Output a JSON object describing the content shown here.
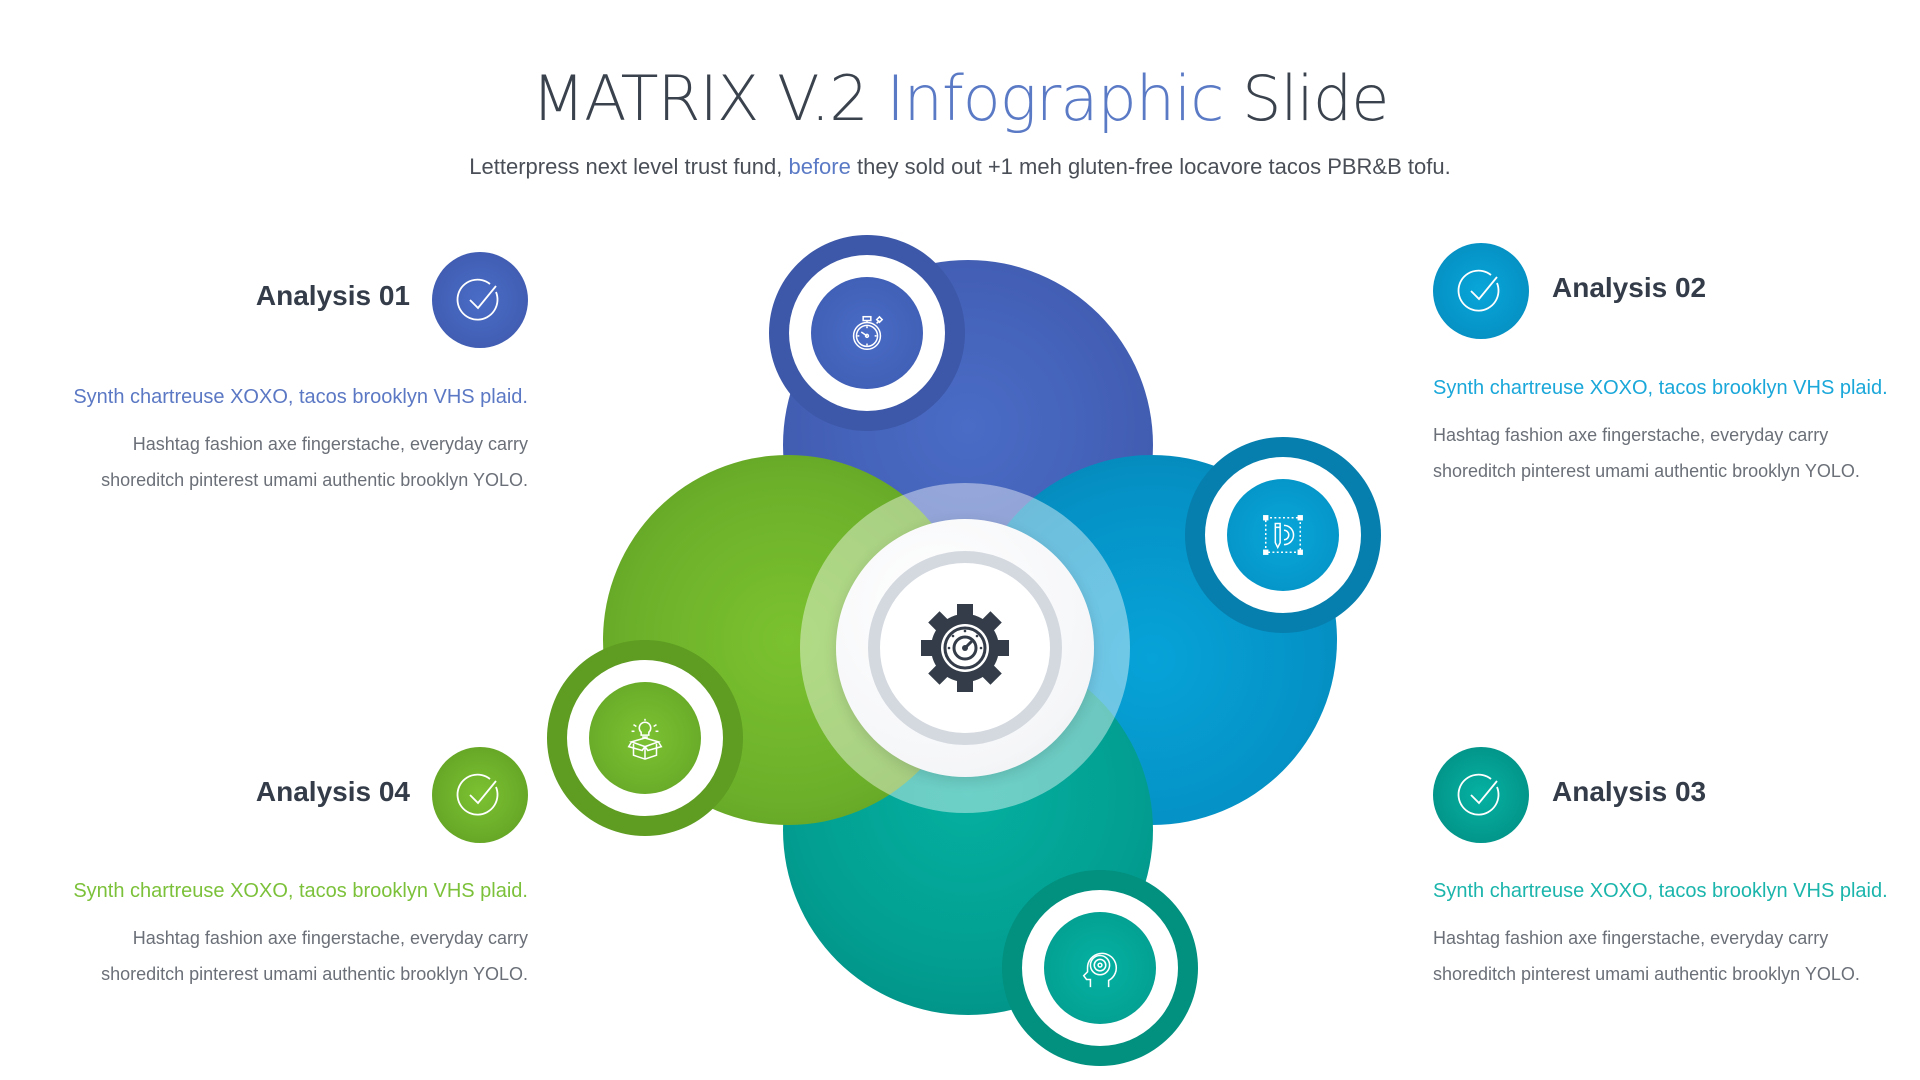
{
  "header": {
    "title_part1": "MATRIX V.2 ",
    "title_accent": "Infographic",
    "title_part2": " Slide",
    "subtitle_part1": "Letterpress next level trust fund, ",
    "subtitle_accent": "before",
    "subtitle_part2": " they sold out +1 meh gluten-free locavore tacos PBR&B tofu."
  },
  "colors": {
    "blue": "#4362b8",
    "cyan": "#0596cb",
    "teal": "#02a092",
    "green": "#6cb02a",
    "title_accent": "#5b7ac6",
    "dark_text": "#333c48",
    "gray_text": "#6b7078"
  },
  "center": {
    "icon": "gear-gauge-icon"
  },
  "segments": [
    {
      "id": "blue",
      "icon": "stopwatch-icon"
    },
    {
      "id": "cyan",
      "icon": "design-pencil-gear-icon"
    },
    {
      "id": "teal",
      "icon": "head-maze-icon"
    },
    {
      "id": "green",
      "icon": "idea-box-icon"
    }
  ],
  "analyses": [
    {
      "title": "Analysis 01",
      "lead": "Synth chartreuse XOXO, tacos brooklyn VHS plaid.",
      "line1": "Hashtag fashion axe fingerstache, everyday carry",
      "line2": "shoreditch pinterest umami authentic brooklyn YOLO.",
      "color": "#5b78c4",
      "icon": "check-circle-icon"
    },
    {
      "title": "Analysis 02",
      "lead": "Synth chartreuse XOXO, tacos brooklyn VHS plaid.",
      "line1": "Hashtag fashion axe fingerstache, everyday carry",
      "line2": "shoreditch pinterest umami authentic brooklyn YOLO.",
      "color": "#1aa7d9",
      "icon": "check-circle-icon"
    },
    {
      "title": "Analysis 03",
      "lead": "Synth chartreuse XOXO, tacos brooklyn VHS plaid.",
      "line1": "Hashtag fashion axe fingerstache, everyday carry",
      "line2": "shoreditch pinterest umami authentic brooklyn YOLO.",
      "color": "#1bb5ac",
      "icon": "check-circle-icon"
    },
    {
      "title": "Analysis 04",
      "lead": "Synth chartreuse XOXO, tacos brooklyn VHS plaid.",
      "line1": "Hashtag fashion axe fingerstache, everyday carry",
      "line2": "shoreditch pinterest umami authentic brooklyn YOLO.",
      "color": "#7cc13a",
      "icon": "check-circle-icon"
    }
  ]
}
